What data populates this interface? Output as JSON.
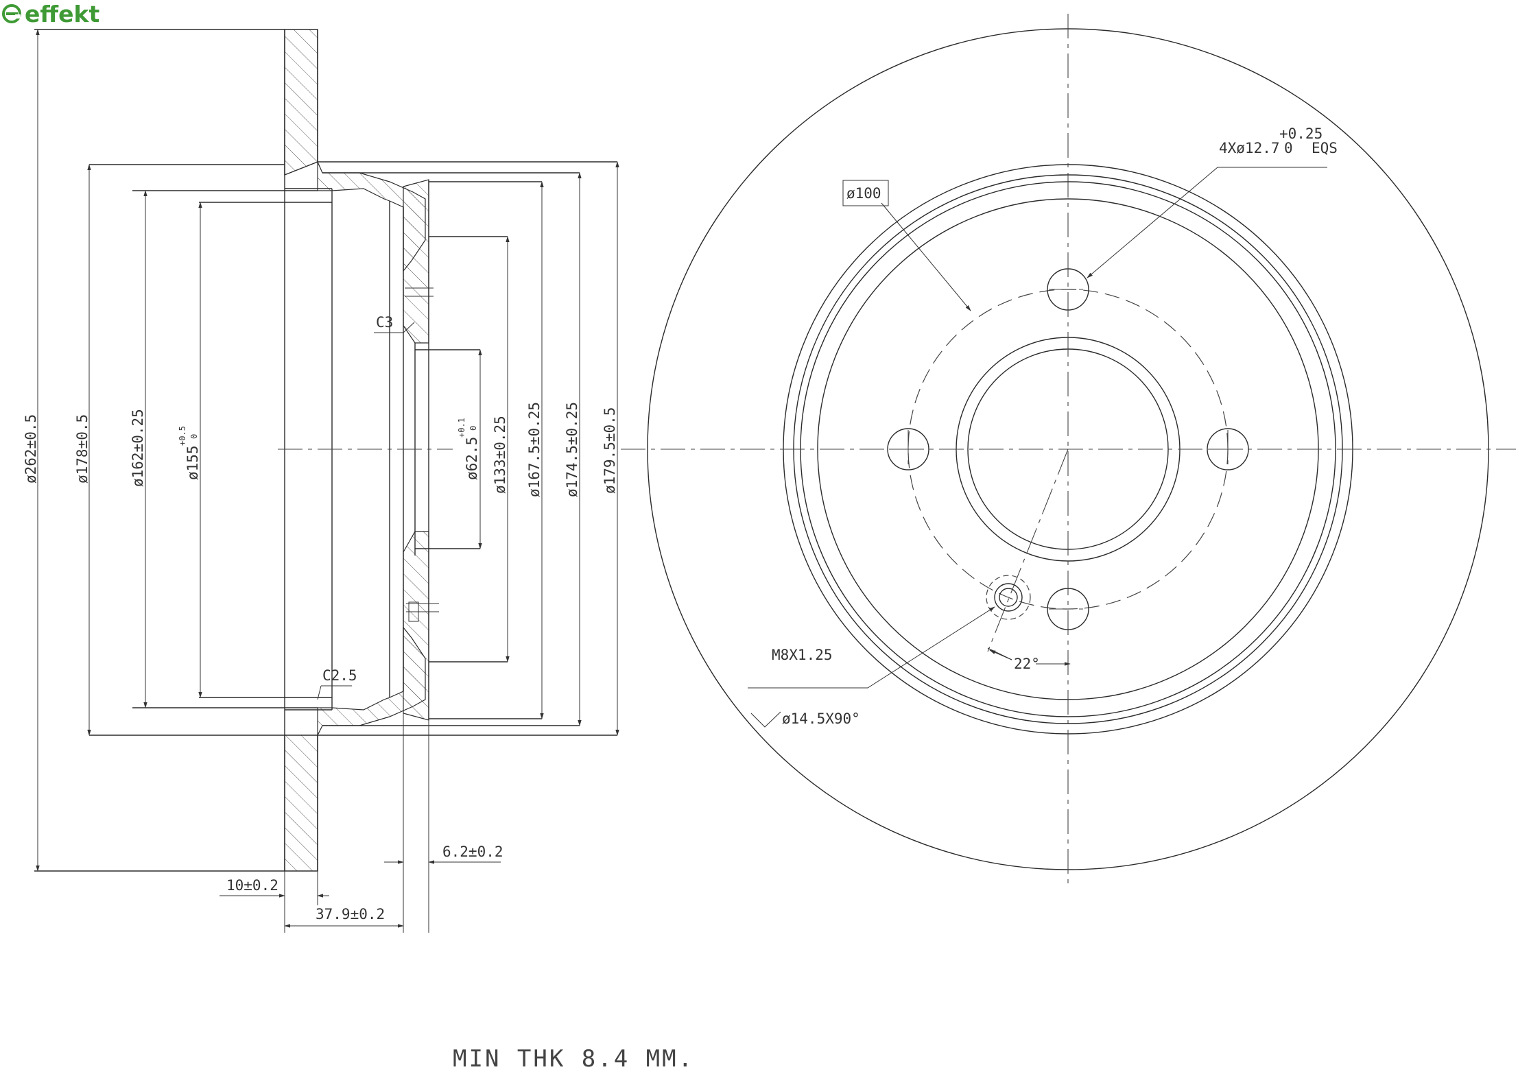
{
  "brand": {
    "name": "effekt",
    "logo_icon": "effekt-e-logo",
    "color": "#3f9a35"
  },
  "section_view": {
    "diameters": {
      "d262": "ø262±0.5",
      "d178": "ø178±0.5",
      "d162": "ø162±0.25",
      "d155": "ø155",
      "d155_tol_upper": "+0.5",
      "d155_tol_lower": "0",
      "d62_5": "ø62.5",
      "d62_5_tol_upper": "+0.1",
      "d62_5_tol_lower": "0",
      "d133": "ø133±0.25",
      "d167_5": "ø167.5±0.25",
      "d174_5": "ø174.5±0.25",
      "d179_5": "ø179.5±0.5"
    },
    "chamfers": {
      "c3": "C3",
      "c2_5": "C2.5"
    },
    "thicknesses": {
      "t6_2": "6.2±0.2",
      "t10": "10±0.2",
      "t37_9": "37.9±0.2"
    }
  },
  "front_view": {
    "pcd": "ø100",
    "bolt_holes": "4Xø12.7",
    "bolt_holes_tol_upper": "+0.25",
    "bolt_holes_tol_lower": "0",
    "bolt_holes_suffix": "EQS",
    "thread": "M8X1.25",
    "angle": "22°",
    "countersink": "ø14.5X90°"
  },
  "min_thickness_note": "MIN THK 8.4 MM."
}
